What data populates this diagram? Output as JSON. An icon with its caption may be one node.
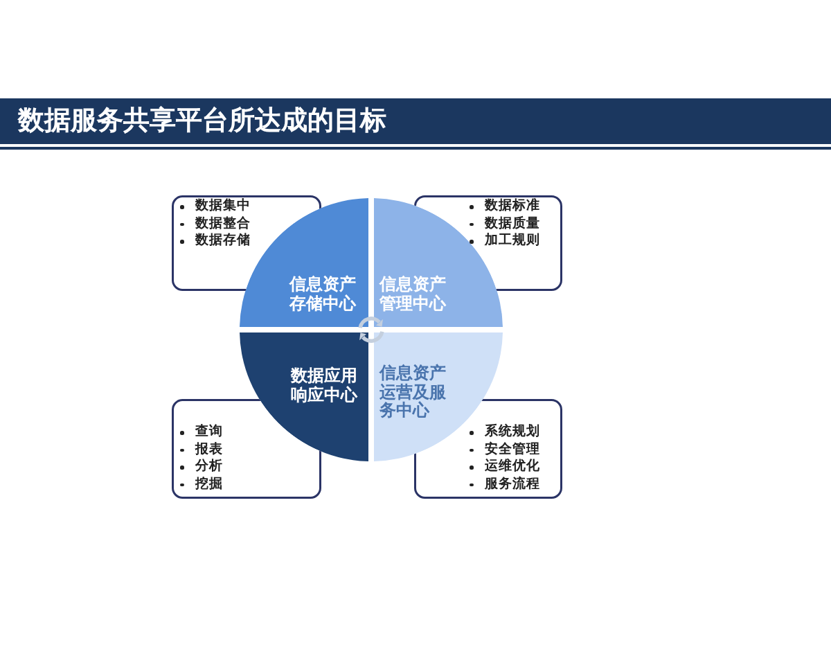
{
  "diagram": {
    "title": "数据服务共享平台所达成的目标",
    "nodes": [
      {
        "text": [
          "数据集中",
          "数据整合",
          "数据存储"
        ]
      },
      {
        "text": [
          "数据标准",
          "数据质量",
          "加工规则"
        ]
      },
      {
        "text": [
          "信息资产存储中心"
        ]
      },
      {
        "text": [
          "信息资产管理中心"
        ]
      },
      {
        "text": [
          "数据应用响应中心"
        ]
      },
      {
        "text": [
          "信息资产运营及服务中心"
        ]
      },
      {
        "text": [
          "查询",
          "报表",
          "分析",
          "挖掘"
        ]
      },
      {
        "text": [
          "系统规划",
          "安全管理",
          "运维优化",
          "服务流程"
        ]
      }
    ]
  }
}
